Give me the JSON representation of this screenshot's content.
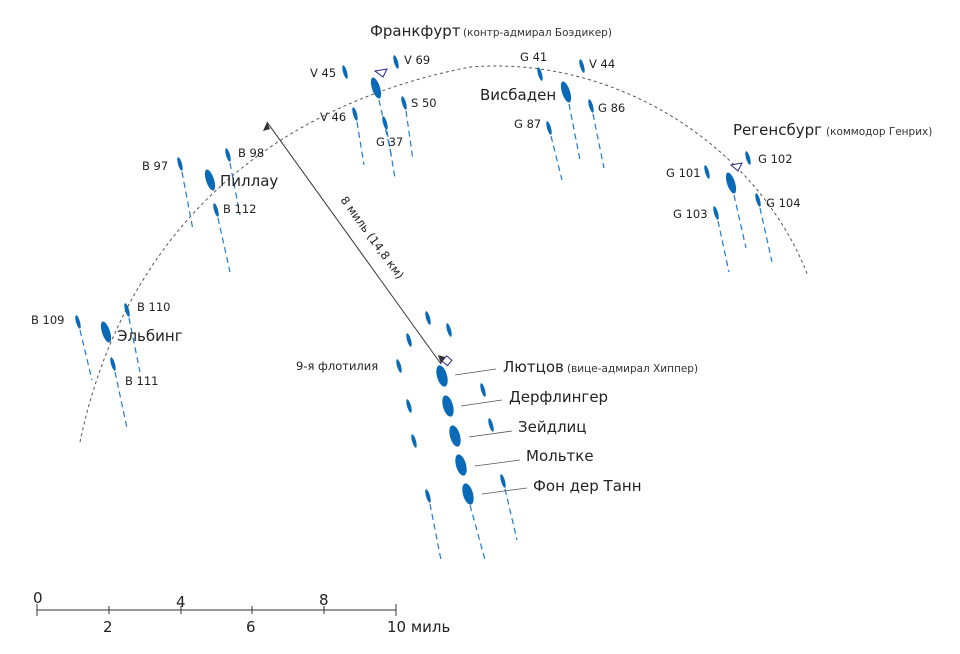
{
  "cruisers": [
    {
      "id": "frankfurt",
      "name": "Франкфурт",
      "note": "(контр-адмирал Боэдикер)",
      "flag": "triangle"
    },
    {
      "id": "pillau",
      "name": "Пиллау",
      "note": ""
    },
    {
      "id": "wiesbaden",
      "name": "Висбаден",
      "note": ""
    },
    {
      "id": "regensburg",
      "name": "Регенсбург",
      "note": "(коммодор Генрих)",
      "flag": "triangle"
    },
    {
      "id": "elbing",
      "name": "Эльбинг",
      "note": ""
    }
  ],
  "destroyers": [
    "V 45",
    "V 69",
    "V 46",
    "S 50",
    "G 37",
    "G 41",
    "V 44",
    "G 87",
    "G 86",
    "B 97",
    "B 98",
    "B 112",
    "G 101",
    "G 102",
    "G 103",
    "G 104",
    "B 109",
    "B 110",
    "B 111"
  ],
  "battlecruisers": [
    {
      "name": "Лютцов",
      "note": "(вице-адмирал Хиппер)",
      "flag": "square"
    },
    {
      "name": "Дерфлингер",
      "note": ""
    },
    {
      "name": "Зейдлиц",
      "note": ""
    },
    {
      "name": "Мольтке",
      "note": ""
    },
    {
      "name": "Фон дер Танн",
      "note": ""
    }
  ],
  "flotilla_label": "9-я флотилия",
  "distance_label": "8 миль (14,8 км)",
  "scale": {
    "ticks_top": [
      "0",
      "4",
      "8"
    ],
    "ticks_bottom": [
      "2",
      "6",
      "10 миль"
    ]
  },
  "colors": {
    "ship": "#0a6ab8",
    "wake": "#1f7bd1",
    "flag": "#2a2a8c",
    "line": "#333333"
  }
}
